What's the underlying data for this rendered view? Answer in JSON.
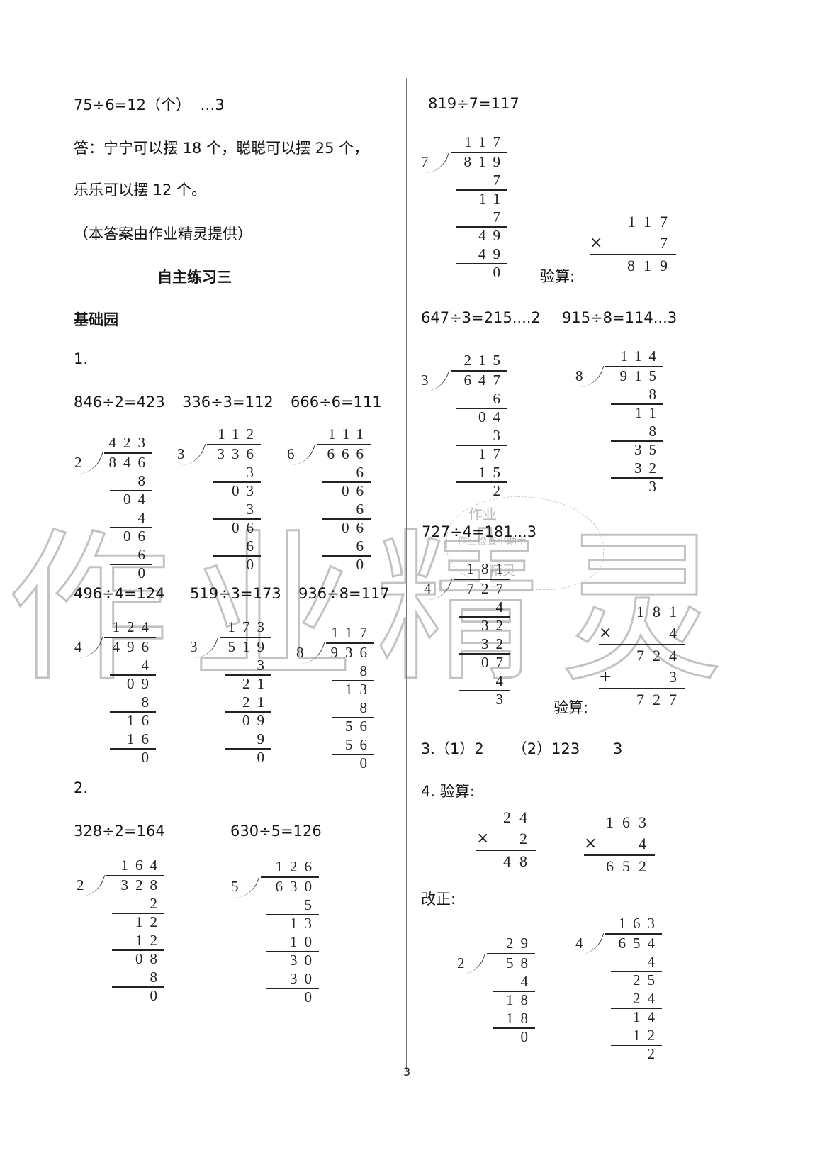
{
  "left": {
    "line1": "75÷6=12（个）  …3",
    "answer1": "答：宁宁可以摆 18 个，聪聪可以摆 25 个，",
    "answer2": "乐乐可以摆 12 个。",
    "credit": "（本答案由作业精灵提供）",
    "section_title": "自主练习三",
    "subsection": "基础园",
    "q1_label": "1.",
    "q1_eqs_row1": [
      "846÷2=423",
      "336÷3=112",
      "666÷6=111"
    ],
    "q1_eqs_row2": [
      "496÷4=124",
      "519÷3=173",
      "936÷8=117"
    ],
    "q2_label": "2.",
    "q2_eqs": [
      "328÷2=164",
      "630÷5=126"
    ]
  },
  "right": {
    "eq_819": "819÷7=117",
    "check_label": "验算:",
    "eq_647": "647÷3=215....2",
    "eq_915": "915÷8=114...3",
    "eq_727": "727÷4=181...3",
    "q3": "3.（1）2      （2）123       3",
    "q4": "4. 验算:",
    "correction": "改正:"
  },
  "divisions": {
    "d846": {
      "divisor": "2",
      "quotient": "423",
      "dividend": "846",
      "steps": [
        "8",
        "04",
        "4",
        "06",
        "6",
        "0"
      ]
    },
    "d336": {
      "divisor": "3",
      "quotient": "112",
      "dividend": "336",
      "steps": [
        "3",
        "03",
        "3",
        "06",
        "6",
        "0"
      ]
    },
    "d666": {
      "divisor": "6",
      "quotient": "111",
      "dividend": "666",
      "steps": [
        "6",
        "06",
        "6",
        "06",
        "6",
        "0"
      ]
    },
    "d496": {
      "divisor": "4",
      "quotient": "124",
      "dividend": "496",
      "steps": [
        "4",
        "09",
        "8",
        "16",
        "16",
        "0"
      ]
    },
    "d519": {
      "divisor": "3",
      "quotient": "173",
      "dividend": "519",
      "steps": [
        "3",
        "21",
        "21",
        "09",
        "9",
        "0"
      ]
    },
    "d936": {
      "divisor": "8",
      "quotient": "117",
      "dividend": "936",
      "steps": [
        "8",
        "13",
        "8",
        "56",
        "56",
        "0"
      ]
    },
    "d328": {
      "divisor": "2",
      "quotient": "164",
      "dividend": "328",
      "steps": [
        "2",
        "12",
        "12",
        "08",
        "8",
        "0"
      ]
    },
    "d630": {
      "divisor": "5",
      "quotient": "126",
      "dividend": "630",
      "steps": [
        "5",
        "13",
        "10",
        "30",
        "30",
        "0"
      ]
    },
    "d819": {
      "divisor": "7",
      "quotient": "117",
      "dividend": "819",
      "steps": [
        "7",
        "11",
        "7",
        "49",
        "49",
        "0"
      ]
    },
    "d647": {
      "divisor": "3",
      "quotient": "215",
      "dividend": "647",
      "steps": [
        "6",
        "04",
        "3",
        "17",
        "15",
        "2"
      ]
    },
    "d915": {
      "divisor": "8",
      "quotient": "114",
      "dividend": "915",
      "steps": [
        "8",
        "11",
        "8",
        "35",
        "32",
        "3"
      ]
    },
    "d727": {
      "divisor": "4",
      "quotient": "181",
      "dividend": "727",
      "steps": [
        "4",
        "32",
        "32",
        "07",
        "4",
        "3"
      ]
    },
    "d58": {
      "divisor": "2",
      "quotient": "29",
      "dividend": "58",
      "steps": [
        "4",
        "18",
        "18",
        "0"
      ]
    },
    "d654": {
      "divisor": "4",
      "quotient": "163",
      "dividend": "654",
      "steps": [
        "4",
        "25",
        "24",
        "14",
        "12",
        "2"
      ]
    }
  },
  "multiplications": {
    "m117": {
      "a": "117",
      "op": "×",
      "b": "7",
      "result": "819"
    },
    "m181": {
      "a": "181",
      "op": "×",
      "b": "4",
      "partial": "724",
      "plus": "+",
      "c": "3",
      "result": "727"
    },
    "m24": {
      "a": "24",
      "op": "×",
      "b": "2",
      "result": "48"
    },
    "m163": {
      "a": "163",
      "op": "×",
      "b": "4",
      "result": "652"
    }
  },
  "watermark": {
    "text": "作业精灵",
    "badge_top": "作业",
    "badge_mid": "作业检查小助手",
    "badge_bottom": "精灵"
  },
  "page_number": "3"
}
